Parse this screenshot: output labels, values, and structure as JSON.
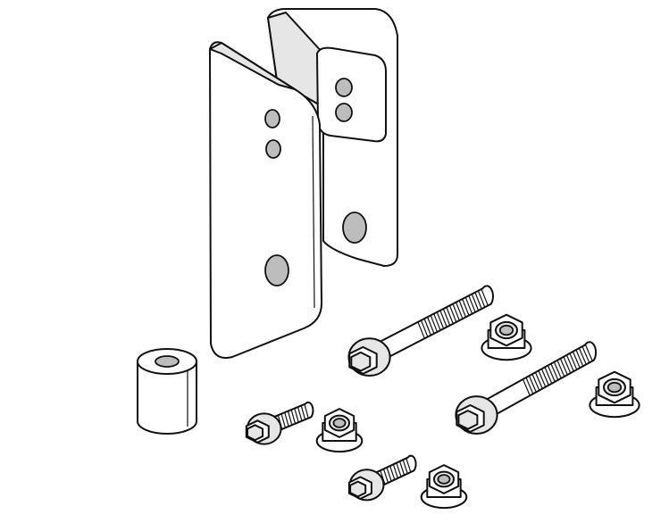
{
  "figure": {
    "colors": {
      "line": "#111111",
      "fill": "#ffffff",
      "shade": "#e6e6e6",
      "dark_shade": "#bdbdbd"
    },
    "parts": [
      {
        "id": "bracket",
        "kind": "u-bracket"
      },
      {
        "id": "spacer",
        "kind": "cylindrical-spacer"
      },
      {
        "id": "bolt-long-1",
        "kind": "flange-bolt-long"
      },
      {
        "id": "bolt-long-2",
        "kind": "flange-bolt-long"
      },
      {
        "id": "bolt-short-1",
        "kind": "flange-bolt-short"
      },
      {
        "id": "bolt-short-2",
        "kind": "flange-bolt-short"
      },
      {
        "id": "nut-1",
        "kind": "flange-lock-nut"
      },
      {
        "id": "nut-2",
        "kind": "flange-lock-nut"
      },
      {
        "id": "nut-3",
        "kind": "flange-lock-nut"
      },
      {
        "id": "nut-4",
        "kind": "flange-lock-nut"
      }
    ]
  }
}
